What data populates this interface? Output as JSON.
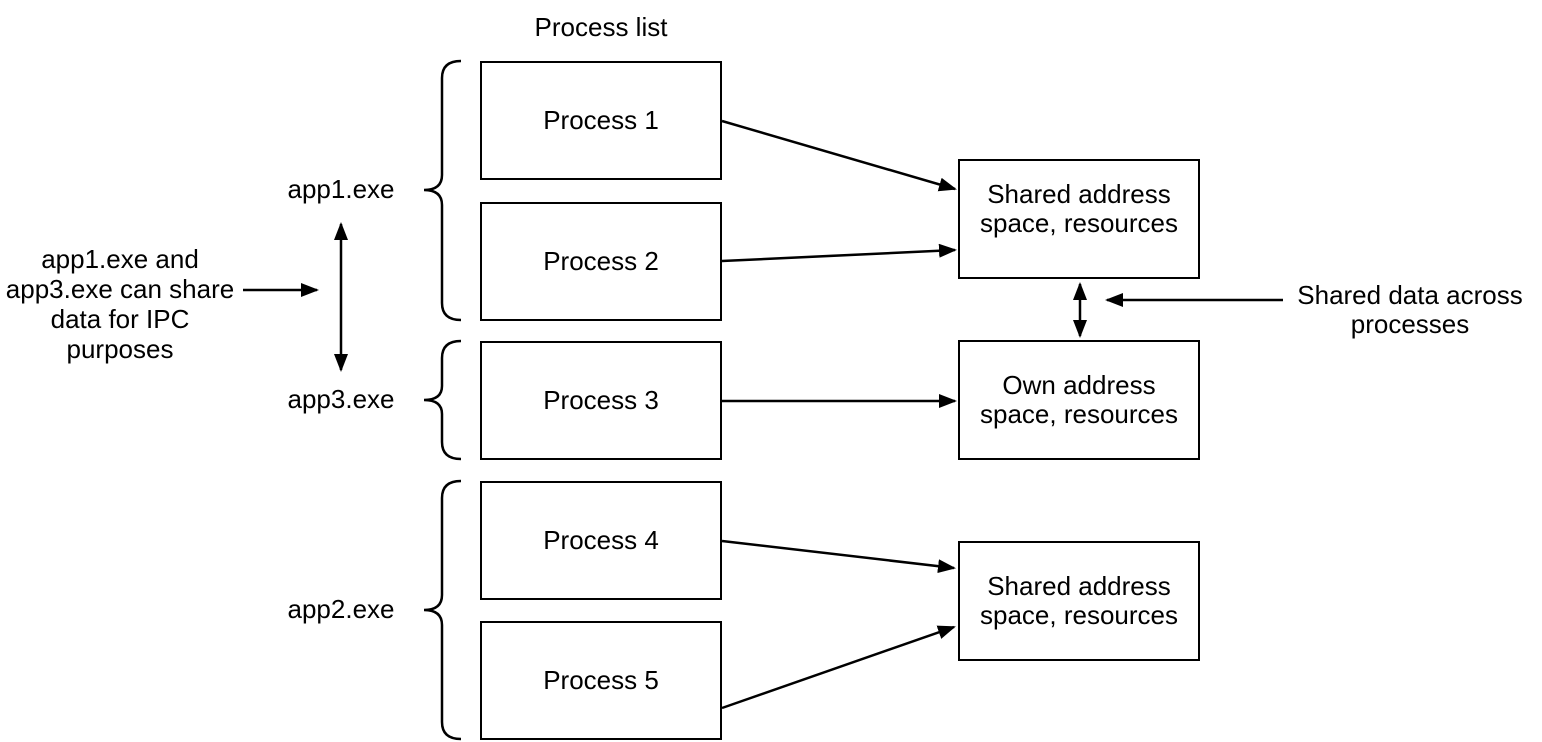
{
  "title": "Process list",
  "process_boxes": [
    {
      "label": "Process 1"
    },
    {
      "label": "Process 2"
    },
    {
      "label": "Process 3"
    },
    {
      "label": "Process 4"
    },
    {
      "label": "Process 5"
    }
  ],
  "group_labels": [
    {
      "label": "app1.exe"
    },
    {
      "label": "app3.exe"
    },
    {
      "label": "app2.exe"
    }
  ],
  "memory_boxes": [
    {
      "line1": "Shared address",
      "line2": "space, resources"
    },
    {
      "line1": "Own address",
      "line2": "space, resources"
    },
    {
      "line1": "Shared address",
      "line2": "space, resources"
    }
  ],
  "annotations": {
    "left": {
      "line1": "app1.exe and",
      "line2": "app3.exe can share",
      "line3": "data for IPC purposes"
    },
    "right": {
      "line1": "Shared data across",
      "line2": "processes"
    }
  },
  "colors": {
    "stroke": "#000000",
    "background": "#ffffff",
    "text": "#000000"
  }
}
